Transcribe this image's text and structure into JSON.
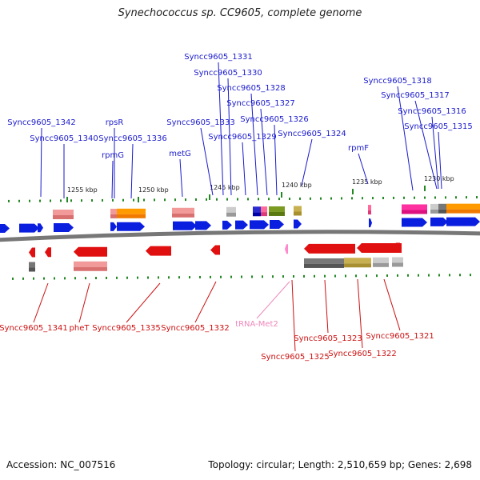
{
  "title": "Synechococcus sp. CC9605, complete genome",
  "footer": {
    "accession": "Accession: NC_007516",
    "summary": "Topology: circular; Length: 2,510,659 bp; Genes: 2,698"
  },
  "colors": {
    "forward_label": "#1a1acc",
    "reverse_label": "#cc1111",
    "trna_label": "#ee88bb",
    "forward_arrow": "#0a1ee0",
    "reverse_arrow": "#e01010",
    "tick": "#228822",
    "backbone": "#888888"
  },
  "kbp_ticks": [
    "1255 kbp",
    "1250 kbp",
    "1245 kbp",
    "1240 kbp",
    "1235 kbp",
    "1230 kbp"
  ],
  "forward_labels": [
    "Syncc9605_1342",
    "Syncc9605_1340",
    "rpsR",
    "rpmG",
    "Syncc9605_1336",
    "metG",
    "Syncc9605_1333",
    "Syncc9605_1331",
    "Syncc9605_1330",
    "Syncc9605_1328",
    "Syncc9605_1327",
    "Syncc9605_1329",
    "Syncc9605_1326",
    "Syncc9605_1324",
    "rpmF",
    "Syncc9605_1318",
    "Syncc9605_1317",
    "Syncc9605_1316",
    "Syncc9605_1315"
  ],
  "reverse_labels": [
    "Syncc9605_1341",
    "pheT",
    "Syncc9605_1335",
    "Syncc9605_1332",
    "tRNA-Met2",
    "Syncc9605_1325",
    "Syncc9605_1323",
    "Syncc9605_1322",
    "Syncc9605_1321"
  ]
}
